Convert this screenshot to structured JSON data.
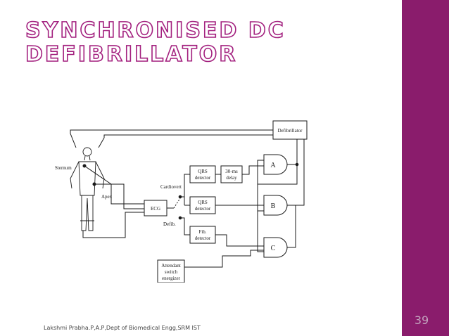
{
  "slide": {
    "title_line1": "SYNCHRONISED DC",
    "title_line2": "DEFIBRILLATOR",
    "footer": "Lakshmi Prabha.P,A.P,Dept of Biomedical Engg,SRM IST",
    "page_number": "39"
  },
  "diagram": {
    "labels": {
      "sternum": "Sternum",
      "apex": "Apex",
      "cardiovert": "Cardiovert",
      "defib": "Defib.",
      "ecg": "ECG",
      "qrs_detector_1": [
        "QRS",
        "detector"
      ],
      "qrs_detector_2": [
        "QRS",
        "detector"
      ],
      "fib_detector": [
        "Fib.",
        "detector"
      ],
      "delay": [
        "30-ms",
        "delay"
      ],
      "defibrillator": "Defibrillator",
      "gate_a": "A",
      "gate_b": "B",
      "gate_c": "C",
      "attendant": [
        "Attendant",
        "switch",
        "energizer"
      ]
    }
  },
  "colors": {
    "accent_bar": "#8a1c6c",
    "title_outline": "#a3217f",
    "page_number": "#c2a2bd"
  }
}
